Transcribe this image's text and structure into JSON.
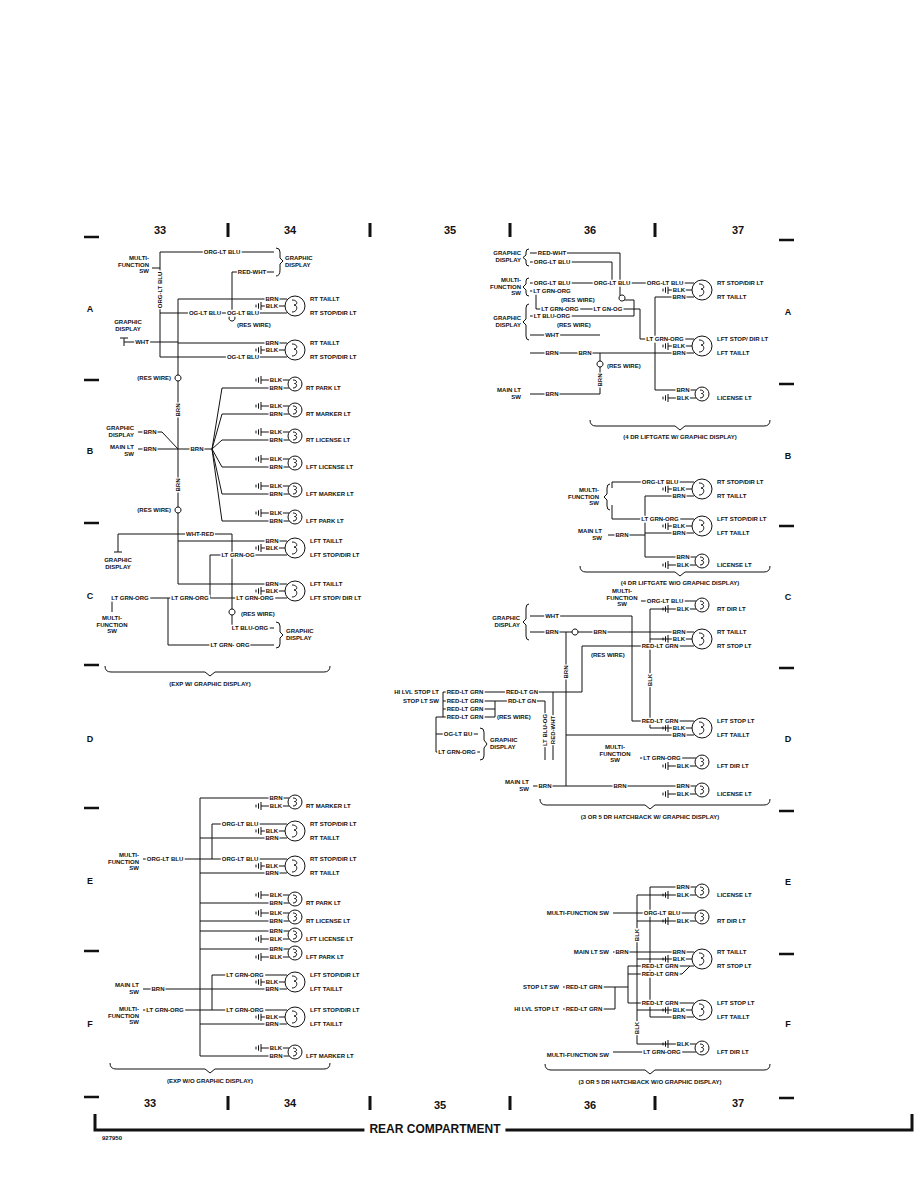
{
  "diagram": {
    "title": "REAR COMPARTMENT",
    "labels": [
      "33",
      "34",
      "35",
      "36",
      "37",
      "A",
      "B",
      "C",
      "D",
      "E",
      "F",
      "A",
      "B",
      "C",
      "D",
      "E",
      "F",
      "33",
      "34",
      "35",
      "36",
      "37",
      "927950",
      "MULTI- FUNCTION SW",
      "ORG-LT BLU",
      "ORG-LT BLU",
      "GRAPHIC DISPLAY",
      "RED-WHT",
      "BRN",
      "BLK",
      "OG-LT BLU",
      "OG-LT BLU",
      "RT TAILLT",
      "RT STOP/DIR LT",
      "(RES WIRE)",
      "GRAPHIC DISPLAY",
      "WHT",
      "BRN",
      "RT TAILLT",
      "BLK",
      "OG-LT BLU",
      "RT STOP/DIR LT",
      "(RES WIRE)",
      "BRN",
      "BLK",
      "BRN",
      "RT PARK LT",
      "BLK",
      "BRN",
      "RT MARKER LT",
      "BLK",
      "BRN",
      "RT LICENSE LT",
      "BLK",
      "BRN",
      "LFT LICENSE LT",
      "BLK",
      "BRN",
      "LFT MARKER LT",
      "BLK",
      "BRN",
      "LFT PARK LT",
      "GRAPHIC DISPLAY",
      "BRN",
      "MAIN LT SW",
      "BRN",
      "BRN",
      "BRN",
      "(RES WIRE)",
      "WHT-RED",
      "GRAPHIC DISPLAY",
      "BRN",
      "LFT TAILLT",
      "BLK",
      "LT GRN-OG",
      "LFT STOP/DIR LT",
      "BRN",
      "LFT TAILLT",
      "BLK",
      "LT GRN-ORG",
      "LT GRN-ORG",
      "LT GRN-ORG",
      "LFT STOP/ DIR LT",
      "MULTI- FUNCTION SW",
      "(RES WIRE)",
      "LT BLU-ORG",
      "GRAPHIC DISPLAY",
      "LT GRN- ORG",
      "(EXP W/ GRAPHIC DISPLAY)",
      "GRAPHIC DISPLAY",
      "RED-WHT",
      "ORG-LT BLU",
      "MULTI- FUNCTION SW",
      "ORG-LT BLU",
      "LT GRN-ORG",
      "ORG-LT BLU",
      "ORG-LT BLU",
      "(RES WIRE)",
      "BLK",
      "BRN",
      "RT STOP/DIR LT",
      "RT TAILLT",
      "LT GRN-ORG",
      "LT GN-OG",
      "LT BLU-ORG",
      "GRAPHIC DISPLAY",
      "(RES WIRE)",
      "WHT",
      "LT GRN-ORG",
      "BLK",
      "BRN",
      "LFT STOP/ DIR LT",
      "LFT TAILLT",
      "BRN",
      "BRN",
      "BRN",
      "(RES WIRE)",
      "MAIN LT SW",
      "BRN",
      "BRN",
      "BLK",
      "LICENSE LT",
      "(4 DR LIFTGATE W/ GRAPHIC DISPLAY)",
      "ORG-LT BLU",
      "BLK",
      "BRN",
      "RT STOP/DIR LT",
      "RT TAILLT",
      "MULTI- FUNCTION SW",
      "LT GRN-ORG",
      "BLK",
      "BRN",
      "LFT STOP/DIR LT",
      "LFT TAILLT",
      "MAIN LT SW",
      "BRN",
      "BRN",
      "BLK",
      "LICENSE LT",
      "(4 DR LIFTGATE W/O GRAPHIC DISPLAY)",
      "MULTI- FUNCTION SW",
      "ORG-LT BLU",
      "BLK",
      "RT DIR LT",
      "GRAPHIC DISPLAY",
      "WHT",
      "BRN",
      "BRN",
      "BRN",
      "RT TAILLT",
      "BLK",
      "RED-LT GRN",
      "RT STOP LT",
      "(RES WIRE)",
      "BRN",
      "BLK",
      "HI LVL STOP LT",
      "STOP LT SW",
      "RED-LT GRN",
      "RED-LT GRN",
      "RED-LT GRN",
      "RED-LT GRN",
      "RED-LT GN",
      "RD-LT GN",
      "(RES WIRE)",
      "LT BLU-OG",
      "RED-WHT",
      "OG-LT BU",
      "GRAPHIC DISPLAY",
      "LT GRN-ORG",
      "RED-LT GRN",
      "BLK",
      "BRN",
      "LFT STOP LT",
      "LFT TAILLT",
      "MULTI- FUNCTION SW",
      "LT GRN-ORG",
      "BLK",
      "LFT DIR LT",
      "MAIN LT SW",
      "BRN",
      "BRN",
      "BRN",
      "BLK",
      "LICENSE LT",
      "(3 OR 5 DR HATCHBACK W/ GRAPHIC DISPLAY)",
      "BRN",
      "BLK",
      "RT MARKER LT",
      "ORG-LT BLU",
      "BLK",
      "RT STOP/DIR LT",
      "BRN",
      "RT TAILLT",
      "MULTI- FUNCTION SW",
      "ORG-LT BLU",
      "ORG-LT BLU",
      "BLK",
      "RT STOP/DIR LT",
      "BRN",
      "RT TAILLT",
      "BLK",
      "BRN",
      "RT PARK LT",
      "BLK",
      "BRN",
      "RT LICENSE LT",
      "BRN",
      "BLK",
      "LFT LICENSE LT",
      "BRN",
      "BLK",
      "LFT PARK LT",
      "LT GRN-ORG",
      "BLK",
      "LFT STOP/DIR LT",
      "BRN",
      "LFT TAILLT",
      "MAIN LT SW",
      "BRN",
      "MULTI- FUNCTION SW",
      "LT GRN-ORG",
      "LT GRN-ORG",
      "BLK",
      "LFT STOP/DIR LT",
      "BRN",
      "LFT TAILLT",
      "BLK",
      "BRN",
      "LFT MARKER LT",
      "(EXP W/O GRAPHIC DISPLAY)",
      "BRN",
      "BLK",
      "LICENSE LT",
      "MULTI-FUNCTION SW",
      "ORG-LT BLU",
      "BLK",
      "RT DIR LT",
      "BLK",
      "MAIN LT SW",
      "BRN",
      "BRN",
      "RT TAILLT",
      "BLK",
      "RED-LT GRN",
      "RED-LT GRN",
      "RT STOP LT",
      "STOP LT SW",
      "RED-LT GRN",
      "HI LVL STOP LT",
      "RED-LT GRN",
      "RED-LT GRN",
      "BLK",
      "BRN",
      "LFT STOP LT",
      "LFT TAILLT",
      "BLK",
      "BLK",
      "LT GRN-ORG",
      "MULTI-FUNCTION SW",
      "LFT DIR LT",
      "(3 OR 5 DR HATCHBACK W/O GRAPHIC DISPLAY)"
    ]
  }
}
